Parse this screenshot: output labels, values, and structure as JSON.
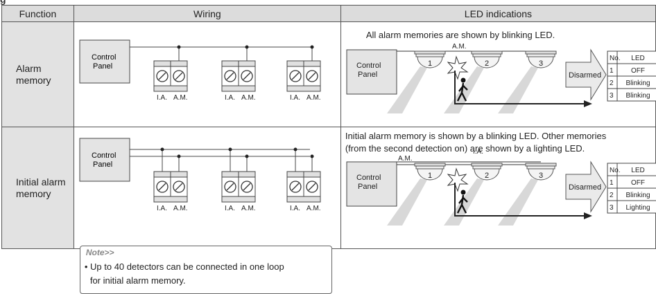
{
  "section_caption": "g",
  "headers": {
    "function": "Function",
    "wiring": "Wiring",
    "led": "LED indications"
  },
  "rows": [
    {
      "function_lines": [
        "Alarm",
        "memory"
      ],
      "led_caption": "All alarm memories are shown by blinking LED.",
      "table": {
        "head": [
          "No.",
          "LED"
        ],
        "rows": [
          [
            "1",
            "OFF"
          ],
          [
            "2",
            "Blinking"
          ],
          [
            "3",
            "Blinking"
          ]
        ]
      }
    },
    {
      "function_lines": [
        "Initial alarm",
        "memory"
      ],
      "led_caption_lines": [
        "Initial alarm memory is shown by a blinking LED. Other memories",
        "(from the second detection on) are shown by a lighting LED."
      ],
      "table": {
        "head": [
          "No.",
          "LED"
        ],
        "rows": [
          [
            "1",
            "OFF"
          ],
          [
            "2",
            "Blinking"
          ],
          [
            "3",
            "Lighting"
          ]
        ]
      },
      "note": {
        "title": "Note>>",
        "lines": [
          "• Up to 40 detectors can be connected in one loop",
          "  for initial alarm memory."
        ]
      }
    }
  ],
  "labels": {
    "control": "Control",
    "panel": "Panel",
    "ia": "I.A.",
    "am": "A.M.",
    "disarmed": "Disarmed",
    "detector_numbers": [
      "1",
      "2",
      "3"
    ]
  }
}
